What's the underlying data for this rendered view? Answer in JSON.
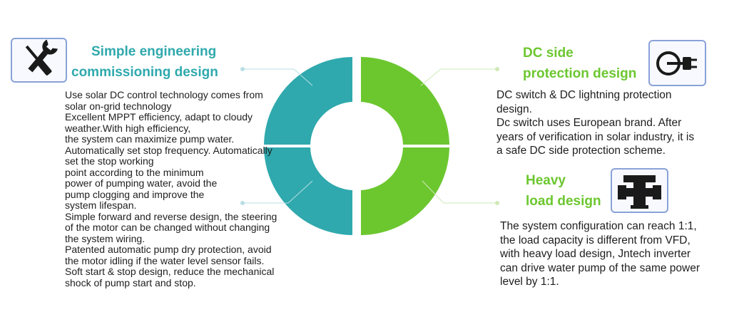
{
  "sections": {
    "engineering": {
      "icon": "wrench-screwdriver-icon",
      "title_line1": "Simple engineering",
      "title_line2": "commissioning design",
      "body": "Use solar DC control technology comes from\nsolar on-grid technology\nExcellent MPPT efficiency, adapt to cloudy\nweather.With high efficiency,\nthe system can maximize pump water.\nAutomatically set stop frequency. Automatically\nset the stop working\npoint according to the minimum\npower of pumping water, avoid the\npump clogging and improve the\nsystem lifespan.\nSimple forward and reverse design, the steering\nof the motor can be changed without changing\nthe system wiring.\nPatented automatic pump dry protection, avoid\nthe motor idling if the water level sensor fails.\nSoft start & stop design, reduce the mechanical\nshock of pump start and stop."
    },
    "dc_protection": {
      "icon": "plug-icon",
      "title_line1": "DC side",
      "title_line2": "protection design",
      "body": "DC switch & DC lightning protection\ndesign.\nDc switch uses European brand. After\nyears of verification in solar industry, it is\na safe DC side protection scheme."
    },
    "heavy_load": {
      "icon": "pipe-fitting-icon",
      "title_line1": "Heavy",
      "title_line2": "load design",
      "body": "The system configuration can reach 1:1,\nthe load capacity is different from VFD,\nwith heavy load design, Jntech inverter\ncan drive water pump of the same power\nlevel by 1:1."
    }
  },
  "colors": {
    "teal": "#2fa9ad",
    "green": "#6cc72f",
    "icon_border": "#8aa2d8"
  }
}
